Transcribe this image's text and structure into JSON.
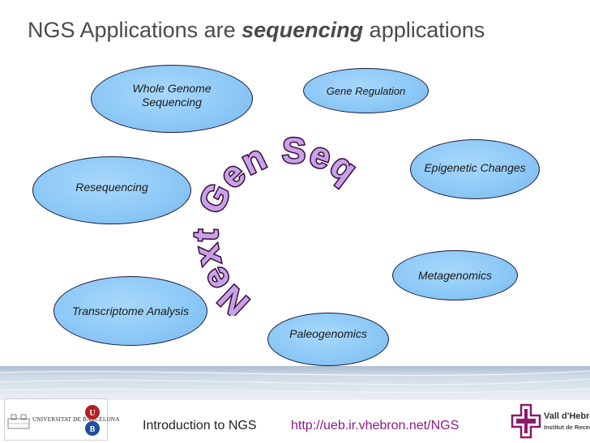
{
  "slide": {
    "title_prefix": "NGS Applications are ",
    "title_emphasis": "sequencing",
    "title_suffix": " applications"
  },
  "bubbles": [
    {
      "lines": [
        "Whole Genome",
        "Sequencing"
      ]
    },
    {
      "lines": [
        "Gene Regulation"
      ]
    },
    {
      "lines": [
        "Epigenetic Changes"
      ]
    },
    {
      "lines": [
        "Resequencing"
      ]
    },
    {
      "lines": [
        "Metagenomics"
      ]
    },
    {
      "lines": [
        "Transcriptome Analysis"
      ]
    },
    {
      "lines": [
        "Paleogenomics"
      ]
    }
  ],
  "wordart": {
    "text": "Next Gen Seq",
    "fill_color": "#c8a2e8",
    "outline_color": "#3a0a3a"
  },
  "footer": {
    "course": "Introduction to NGS",
    "url": "http://ueb.ir.vhebron.net/NGS"
  },
  "logos": {
    "ub_name": "UNIVERSITAT DE BARCELONA",
    "vh_name": "Vall d'Hebron",
    "vh_sub": "Institut de Recerca"
  },
  "colors": {
    "bubble_fill": "#8ec9f7",
    "title": "#4a4a4a",
    "url": "#8a1a8a",
    "vh_cross": "#8b1a6b"
  }
}
